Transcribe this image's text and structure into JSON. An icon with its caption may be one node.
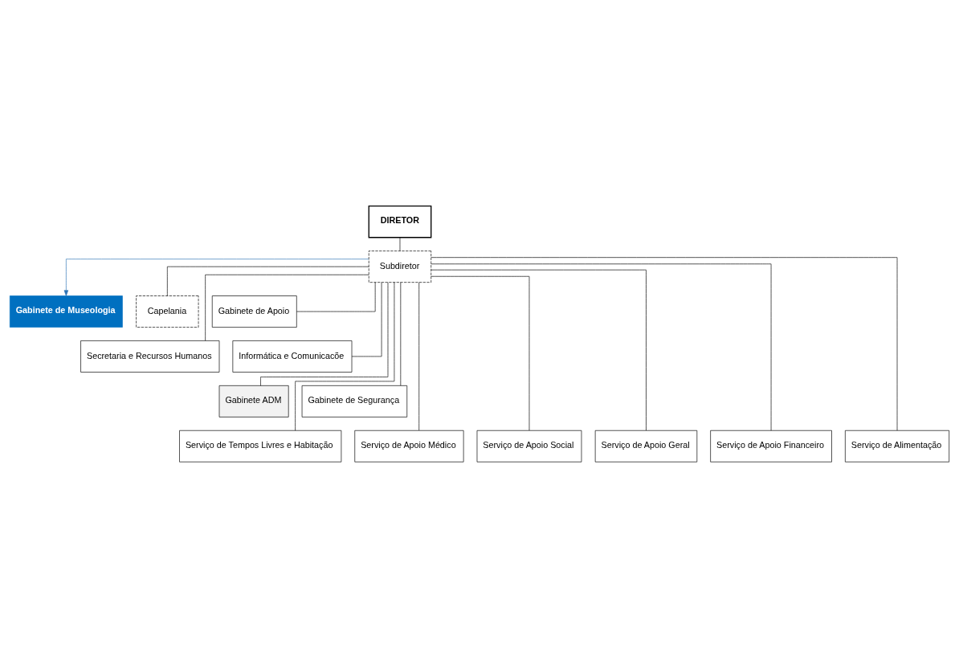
{
  "diagram": {
    "nodes": [
      {
        "text": [
          "DIRETOR"
        ]
      },
      {
        "text": [
          "Subdiretor"
        ]
      },
      {
        "text": [
          "Gabinete de Museologia"
        ]
      },
      {
        "text": [
          "Capelania"
        ]
      },
      {
        "text": [
          "Gabinete de Apoio"
        ]
      },
      {
        "text": [
          "Secretaria e Recursos Humanos"
        ]
      },
      {
        "text": [
          "Informática e Comunicacõe"
        ]
      },
      {
        "text": [
          "Gabinete ADM"
        ]
      },
      {
        "text": [
          "Gabinete de Segurança"
        ]
      },
      {
        "text": [
          "Serviço de Tempos Livres e Habitação"
        ]
      },
      {
        "text": [
          "Serviço de Apoio Médico"
        ]
      },
      {
        "text": [
          "Serviço de Apoio Social"
        ]
      },
      {
        "text": [
          "Serviço de Apoio Geral"
        ]
      },
      {
        "text": [
          "Serviço de Apoio Financeiro"
        ]
      },
      {
        "text": [
          "Serviço de Alimentação"
        ]
      }
    ],
    "edges": [
      {
        "from": 0,
        "to": 1,
        "arrow": "none"
      },
      {
        "from": 1,
        "to": 2,
        "arrow": "to",
        "color": "#2e75b6"
      },
      {
        "from": 1,
        "to": 3,
        "arrow": "none"
      },
      {
        "from": 1,
        "to": 4,
        "arrow": "none"
      },
      {
        "from": 1,
        "to": 5,
        "arrow": "none"
      },
      {
        "from": 1,
        "to": 6,
        "arrow": "none"
      },
      {
        "from": 1,
        "to": 7,
        "arrow": "none"
      },
      {
        "from": 1,
        "to": 8,
        "arrow": "none"
      },
      {
        "from": 1,
        "to": 9,
        "arrow": "none"
      },
      {
        "from": 1,
        "to": 10,
        "arrow": "none"
      },
      {
        "from": 1,
        "to": 11,
        "arrow": "none"
      },
      {
        "from": 1,
        "to": 12,
        "arrow": "none"
      },
      {
        "from": 1,
        "to": 13,
        "arrow": "none"
      },
      {
        "from": 1,
        "to": 14,
        "arrow": "none"
      }
    ]
  }
}
